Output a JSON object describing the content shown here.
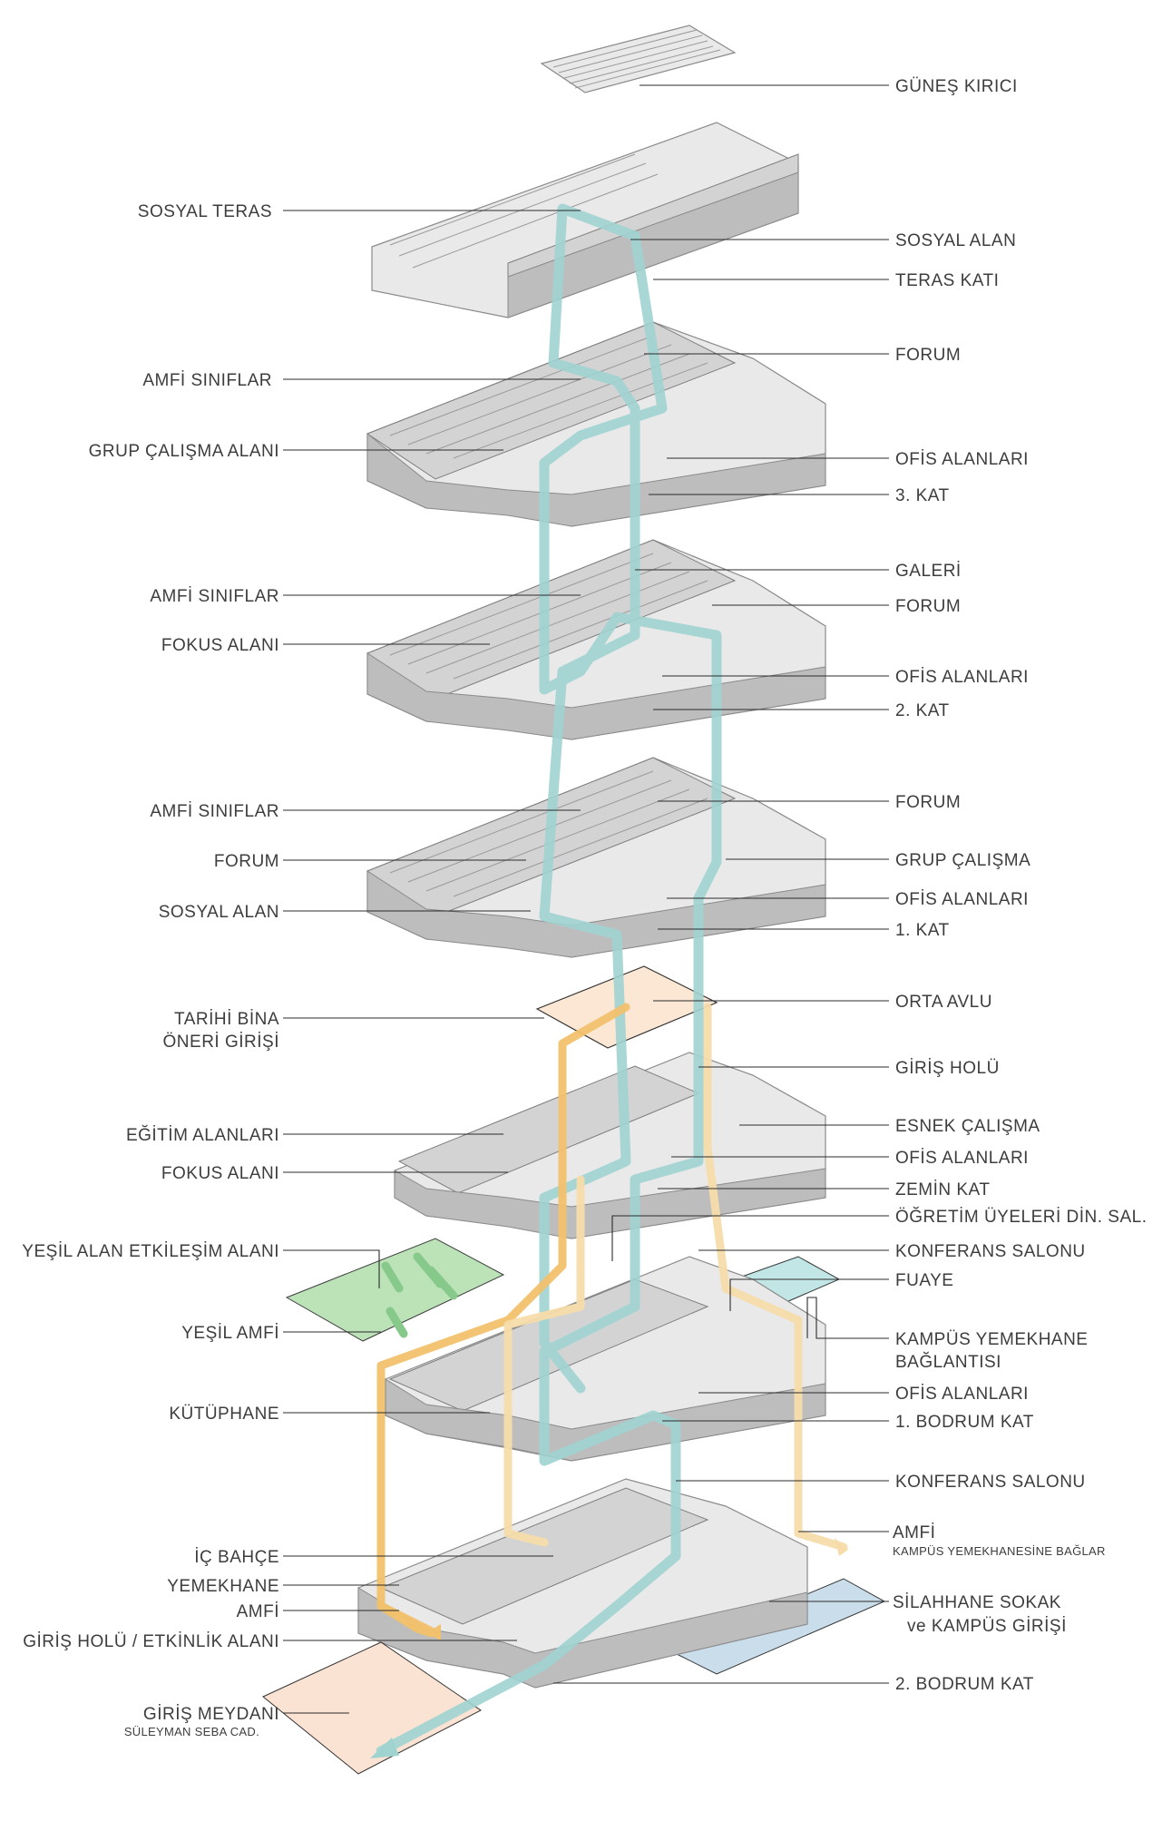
{
  "colors": {
    "teal_circulation": "#9fd3d0",
    "orange_circulation": "#f1c16d",
    "light_orange_circulation": "#f7dcaa",
    "green_area": "#b9e2b5",
    "peach_area": "#fbe3d4",
    "blue_area": "#c9ddea",
    "cyan_area": "#c2e6e6",
    "orange_courtyard": "#fce7d4"
  },
  "labels_left": [
    {
      "id": "sosyal-teras",
      "text": "SOSYAL TERAS"
    },
    {
      "id": "amfi-siniflar-3",
      "text": "AMFİ  SINIFLAR"
    },
    {
      "id": "grup-calisma-alani",
      "text": "GRUP ÇALIŞMA ALANI"
    },
    {
      "id": "amfi-siniflar-2",
      "text": "AMFİ  SINIFLAR"
    },
    {
      "id": "fokus-alani-2",
      "text": "FOKUS ALANI"
    },
    {
      "id": "amfi-siniflar-1",
      "text": "AMFİ  SINIFLAR"
    },
    {
      "id": "forum-1-left",
      "text": "FORUM"
    },
    {
      "id": "sosyal-alan-1",
      "text": "SOSYAL ALAN"
    },
    {
      "id": "tarihi-bina-1",
      "text": "TARİHİ BİNA"
    },
    {
      "id": "tarihi-bina-2",
      "text": "ÖNERİ GİRİŞİ"
    },
    {
      "id": "egitim-alanlari",
      "text": "EĞİTİM ALANLARI"
    },
    {
      "id": "fokus-alani-z",
      "text": "FOKUS ALANI"
    },
    {
      "id": "yesil-alan",
      "text": "YEŞİL ALAN ETKİLEŞİM ALANI"
    },
    {
      "id": "yesil-amfi",
      "text": "YEŞİL AMFİ"
    },
    {
      "id": "kutuphane",
      "text": "KÜTÜPHANE"
    },
    {
      "id": "ic-bahce",
      "text": "İÇ BAHÇE"
    },
    {
      "id": "yemekhane",
      "text": "YEMEKHANE"
    },
    {
      "id": "amfi-b2",
      "text": "AMFİ"
    },
    {
      "id": "giris-holu-etkinlik",
      "text": "GİRİŞ HOLÜ / ETKİNLİK ALANI"
    },
    {
      "id": "giris-meydani",
      "text": "GİRİŞ MEYDANI"
    },
    {
      "id": "suleyman-seba",
      "text": "SÜLEYMAN SEBA CAD."
    }
  ],
  "labels_right": [
    {
      "id": "gunes-kirici",
      "text": "GÜNEŞ KIRICI"
    },
    {
      "id": "sosyal-alan-t",
      "text": "SOSYAL ALAN"
    },
    {
      "id": "teras-kati",
      "text": "TERAS KATI"
    },
    {
      "id": "forum-3",
      "text": "FORUM"
    },
    {
      "id": "ofis-alanlari-3",
      "text": "OFİS ALANLARI"
    },
    {
      "id": "kat-3",
      "text": "3. KAT"
    },
    {
      "id": "galeri",
      "text": "GALERİ"
    },
    {
      "id": "forum-2",
      "text": "FORUM"
    },
    {
      "id": "ofis-alanlari-2",
      "text": "OFİS ALANLARI"
    },
    {
      "id": "kat-2",
      "text": "2. KAT"
    },
    {
      "id": "forum-1",
      "text": "FORUM"
    },
    {
      "id": "grup-calisma-1",
      "text": "GRUP ÇALIŞMA"
    },
    {
      "id": "ofis-alanlari-1",
      "text": "OFİS ALANLARI"
    },
    {
      "id": "kat-1",
      "text": "1. KAT"
    },
    {
      "id": "orta-avlu",
      "text": "ORTA AVLU"
    },
    {
      "id": "giris-holu",
      "text": "GİRİŞ HOLÜ"
    },
    {
      "id": "esnek-calisma",
      "text": "ESNEK ÇALIŞMA"
    },
    {
      "id": "ofis-alanlari-z",
      "text": "OFİS ALANLARI"
    },
    {
      "id": "zemin-kat",
      "text": "ZEMİN KAT"
    },
    {
      "id": "ogretim-uyeleri",
      "text": "ÖĞRETİM ÜYELERİ DİN. SAL."
    },
    {
      "id": "konferans-b1",
      "text": "KONFERANS SALONU"
    },
    {
      "id": "fuaye",
      "text": "FUAYE"
    },
    {
      "id": "kampus-yemekhane-1",
      "text": "KAMPÜS YEMEKHANE"
    },
    {
      "id": "kampus-yemekhane-2",
      "text": "BAĞLANTISI"
    },
    {
      "id": "ofis-alanlari-b1",
      "text": "OFİS ALANLARI"
    },
    {
      "id": "bodrum-1",
      "text": "1. BODRUM KAT"
    },
    {
      "id": "konferans-b2",
      "text": "KONFERANS SALONU"
    },
    {
      "id": "amfi-r",
      "text": "AMFİ"
    },
    {
      "id": "kampus-yemekhanesine",
      "text": "KAMPÜS YEMEKHANESİNE BAĞLAR"
    },
    {
      "id": "silahhane-1",
      "text": "SİLAHHANE SOKAK"
    },
    {
      "id": "silahhane-2",
      "text": "ve KAMPÜS GİRİŞİ"
    },
    {
      "id": "bodrum-2",
      "text": "2. BODRUM KAT"
    }
  ]
}
